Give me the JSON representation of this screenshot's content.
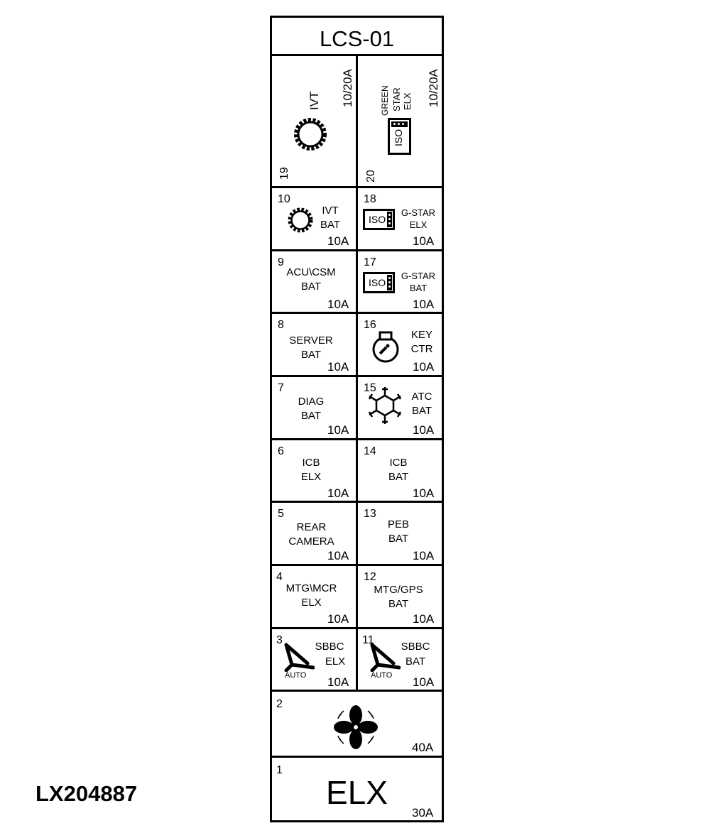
{
  "title": "LCS-01",
  "reference": "LX204887",
  "cells": {
    "c19": {
      "num": "19",
      "l1": "IVT",
      "amp": "10/20A"
    },
    "c20": {
      "num": "20",
      "l1": "GREEN",
      "l2": "STAR",
      "l3": "ELX",
      "iso": "ISO",
      "amp": "10/20A"
    },
    "c10": {
      "num": "10",
      "l1": "IVT",
      "l2": "BAT",
      "amp": "10A"
    },
    "c18": {
      "num": "18",
      "iso": "ISO",
      "l1": "G-STAR",
      "l2": "ELX",
      "amp": "10A"
    },
    "c9": {
      "num": "9",
      "l1": "ACU\\CSM",
      "l2": "BAT",
      "amp": "10A"
    },
    "c17": {
      "num": "17",
      "iso": "ISO",
      "l1": "G-STAR",
      "l2": "BAT",
      "amp": "10A"
    },
    "c8": {
      "num": "8",
      "l1": "SERVER",
      "l2": "BAT",
      "amp": "10A"
    },
    "c16": {
      "num": "16",
      "l1": "KEY",
      "l2": "CTR",
      "amp": "10A"
    },
    "c7": {
      "num": "7",
      "l1": "DIAG",
      "l2": "BAT",
      "amp": "10A"
    },
    "c15": {
      "num": "15",
      "l1": "ATC",
      "l2": "BAT",
      "amp": "10A"
    },
    "c6": {
      "num": "6",
      "l1": "ICB",
      "l2": "ELX",
      "amp": "10A"
    },
    "c14": {
      "num": "14",
      "l1": "ICB",
      "l2": "BAT",
      "amp": "10A"
    },
    "c5": {
      "num": "5",
      "l1": "REAR",
      "l2": "CAMERA",
      "amp": "10A"
    },
    "c13": {
      "num": "13",
      "l1": "PEB",
      "l2": "BAT",
      "amp": "10A"
    },
    "c4": {
      "num": "4",
      "l1": "MTG\\MCR",
      "l2": "ELX",
      "amp": "10A"
    },
    "c12": {
      "num": "12",
      "l1": "MTG/GPS",
      "l2": "BAT",
      "amp": "10A"
    },
    "c3": {
      "num": "3",
      "l1": "SBBC",
      "l2": "ELX",
      "auto": "AUTO",
      "amp": "10A"
    },
    "c11": {
      "num": "11",
      "l1": "SBBC",
      "l2": "BAT",
      "auto": "AUTO",
      "amp": "10A"
    },
    "c2": {
      "num": "2",
      "amp": "40A"
    },
    "c1": {
      "num": "1",
      "l1": "ELX",
      "amp": "30A"
    }
  },
  "icons": [
    "gear-icon",
    "iso-connector-icon",
    "key-icon",
    "snowflake-icon",
    "auto-steer-icon",
    "fan-icon"
  ]
}
